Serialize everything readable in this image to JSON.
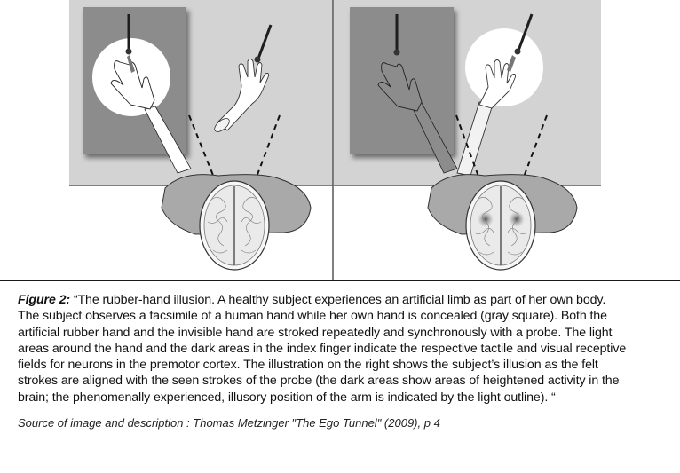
{
  "figure": {
    "label": "Figure 2:",
    "panels": [
      {
        "name": "left-panel",
        "description": "Subject's own hand concealed under gray square; rubber hand visible; both stroked by probes; light circle around hidden hand",
        "elements": [
          "concealed-area",
          "receptive-field-light-circle",
          "real-hand",
          "probe",
          "rubber-hand",
          "probe",
          "sight-lines",
          "subject-body",
          "brain"
        ]
      },
      {
        "name": "right-panel",
        "description": "Illusion: felt strokes aligned with seen strokes; light outline shows illusory arm position; dark areas in brain show heightened activity",
        "elements": [
          "concealed-area",
          "real-hand",
          "probe",
          "illusory-arm-outline",
          "receptive-field-light-circle",
          "probe",
          "sight-lines",
          "subject-body",
          "brain-with-activity"
        ]
      }
    ],
    "colors": {
      "table": "#d3d3d3",
      "concealed_square": "#8c8c8c",
      "light_field": "#ffffff",
      "probe": "#1e1e1e",
      "body": "#a9a9a9",
      "divider": "#555555"
    }
  },
  "caption": {
    "open_quote": "“",
    "lines": [
      "The rubber-hand illusion. A healthy subject experiences an artificial limb as part of her own body.",
      "The subject observes a facsimile of a human hand while her own hand is concealed (gray square). Both the",
      "artificial rubber hand and the invisible hand are stroked repeatedly and synchronously with a probe. The light",
      "areas around the hand and the dark areas in the index finger indicate the respective tactile and visual receptive",
      "fields for neurons in the premotor cortex. The illustration on the right shows the subject’s illusion as the felt",
      "strokes are aligned with the seen strokes of the probe (the dark areas show areas of heightened activity in the",
      "brain; the phenomenally experienced, illusory position of the arm is indicated by the light outline). “"
    ]
  },
  "source": "Source of image and description : Thomas Metzinger \"The Ego Tunnel\" (2009), p 4"
}
